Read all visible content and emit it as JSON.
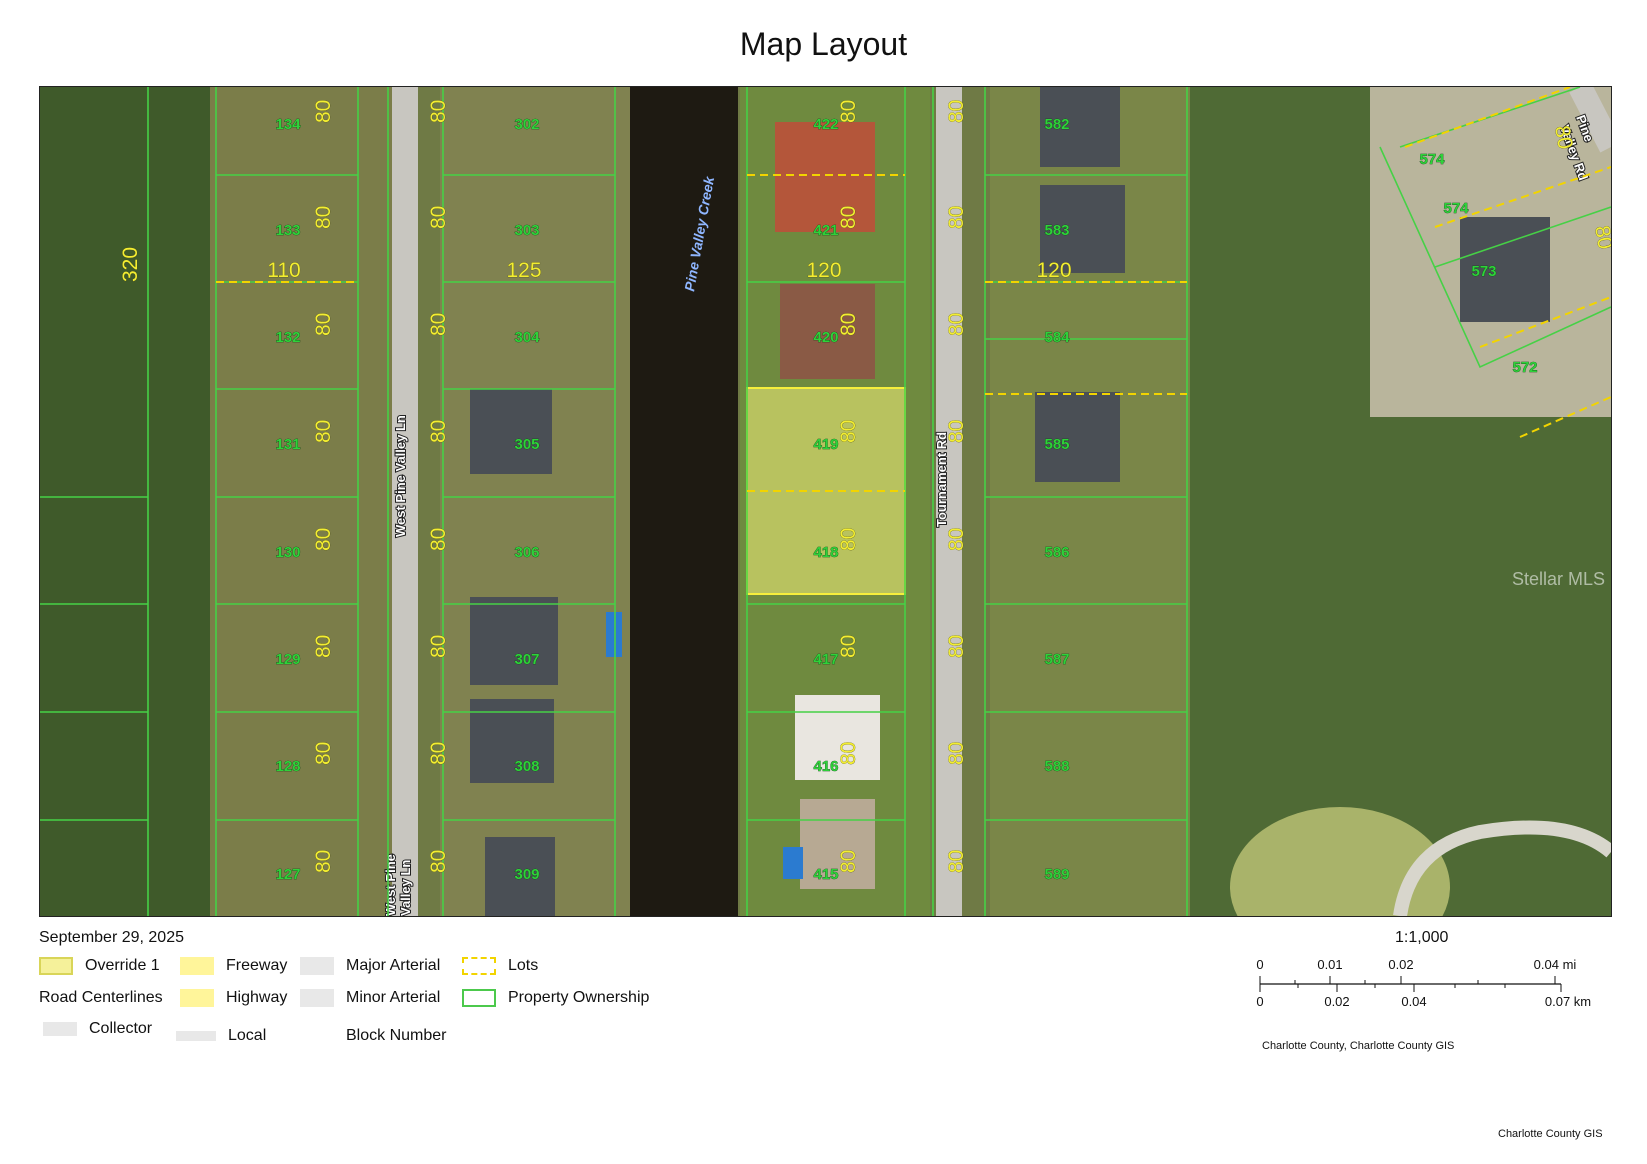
{
  "title": "Map Layout",
  "date": "September 29, 2025",
  "map": {
    "creek_name": "Pine Valley Creek",
    "roads": [
      "West Pine Valley Ln",
      "Tournament Rd",
      "Pine Valley Rd"
    ],
    "road_lower_parts": [
      "West Pine",
      "Valley Ln"
    ],
    "road_right_parts": [
      "Pine",
      "Valley Rd"
    ],
    "lots_col1": [
      "134",
      "133",
      "132",
      "131",
      "130",
      "129",
      "128",
      "127"
    ],
    "lots_col2": [
      "302",
      "303",
      "304",
      "305",
      "306",
      "307",
      "308",
      "309"
    ],
    "lots_col3": [
      "422",
      "421",
      "420",
      "419",
      "418",
      "417",
      "416",
      "415"
    ],
    "lots_col4": [
      "582",
      "583",
      "584",
      "585",
      "586",
      "587",
      "588",
      "589"
    ],
    "lots_right": [
      "574",
      "574",
      "573",
      "572"
    ],
    "frontage": "80",
    "dims": {
      "d320": "320",
      "d110": "110",
      "d125": "125",
      "d120a": "120",
      "d120b": "120"
    },
    "watermark": "Stellar MLS"
  },
  "legend": {
    "override1": "Override 1",
    "road_centerlines": "Road Centerlines",
    "collector": "Collector",
    "freeway": "Freeway",
    "highway": "Highway",
    "local": "Local",
    "major_arterial": "Major Arterial",
    "minor_arterial": "Minor Arterial",
    "block_number": "Block Number",
    "lots": "Lots",
    "property_ownership": "Property Ownership"
  },
  "scale": {
    "ratio": "1:1,000",
    "mi_ticks": [
      "0",
      "0.01",
      "0.02",
      "0.04 mi"
    ],
    "km_ticks": [
      "0",
      "0.02",
      "0.04",
      "0.07 km"
    ]
  },
  "credits": {
    "source": "Charlotte County, Charlotte County GIS",
    "footer": "Charlotte County GIS"
  }
}
